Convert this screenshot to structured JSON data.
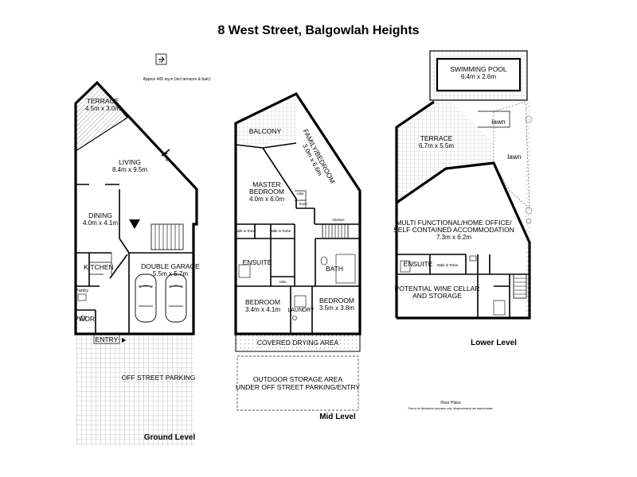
{
  "title": "8 West Street, Balgowlah Heights",
  "area_note": "Approx 405 sq.m (incl terraces & balc)",
  "compass": "N",
  "levels": {
    "ground": {
      "name": "Ground Level",
      "terrace": "TERRACE",
      "terrace_dim": "4.5m x 3.0m",
      "living": "LIVING",
      "living_dim": "8.4m x 9.5m",
      "dining": "DINING",
      "dining_dim": "4.0m x 4.1m",
      "kitchen": "KITCHEN",
      "pantry": "Pantry",
      "pwdr": "PWDR",
      "entry": "ENTRY",
      "garage": "DOUBLE GARAGE",
      "garage_dim": "5.5m x 5.7m",
      "parking": "OFF STREET PARKING",
      "fp": "fire"
    },
    "mid": {
      "name": "Mid Level",
      "balcony": "BALCONY",
      "family": "FAMILY/BEDROOM",
      "family_dim": "3.0m x 6.6m",
      "master": "MASTER\nBEDROOM",
      "master_l1": "MASTER",
      "master_l2": "BEDROOM",
      "master_dim": "4.0m x 6.0m",
      "robe": "robe",
      "linen": "linen",
      "wir1": "Walk in Robe",
      "wir2": "Walk in Robe",
      "shelves": "shelves",
      "ensuite": "ENSUITE",
      "bath": "BATH",
      "bed2": "BEDROOM",
      "bed2_dim": "3.4m x 4.1m",
      "bed3": "BEDROOM",
      "bed3_dim": "3.5m x 3.8m",
      "laundry": "LAUNDRY",
      "covered": "COVERED DRYING AREA",
      "storage_l1": "OUTDOOR STORAGE AREA",
      "storage_l2": "UNDER OFF STREET PARKING/ENTRY"
    },
    "lower": {
      "name": "Lower Level",
      "pool": "SWIMMING POOL",
      "pool_dim": "6.4m x 2.6m",
      "lawn1": "lawn",
      "lawn2": "lawn",
      "terrace": "TERRACE",
      "terrace_dim": "6.7m x 5.5m",
      "multi_l1": "MULTI FUNCTIONAL/HOME OFFICE/",
      "multi_l2": "SELF CONTAINED ACCOMMODATION",
      "multi_dim": "7.3m x 6.2m",
      "ensuite": "ENSUITE",
      "wir": "Walk in Robe",
      "wine_l1": "POTENTIAL WINE CELLAR",
      "wine_l2": "AND STORAGE"
    }
  },
  "credit_l1": "Floor Plans",
  "credit_l2": "Plan is for illustrative purposes only. Measurements are approximate."
}
